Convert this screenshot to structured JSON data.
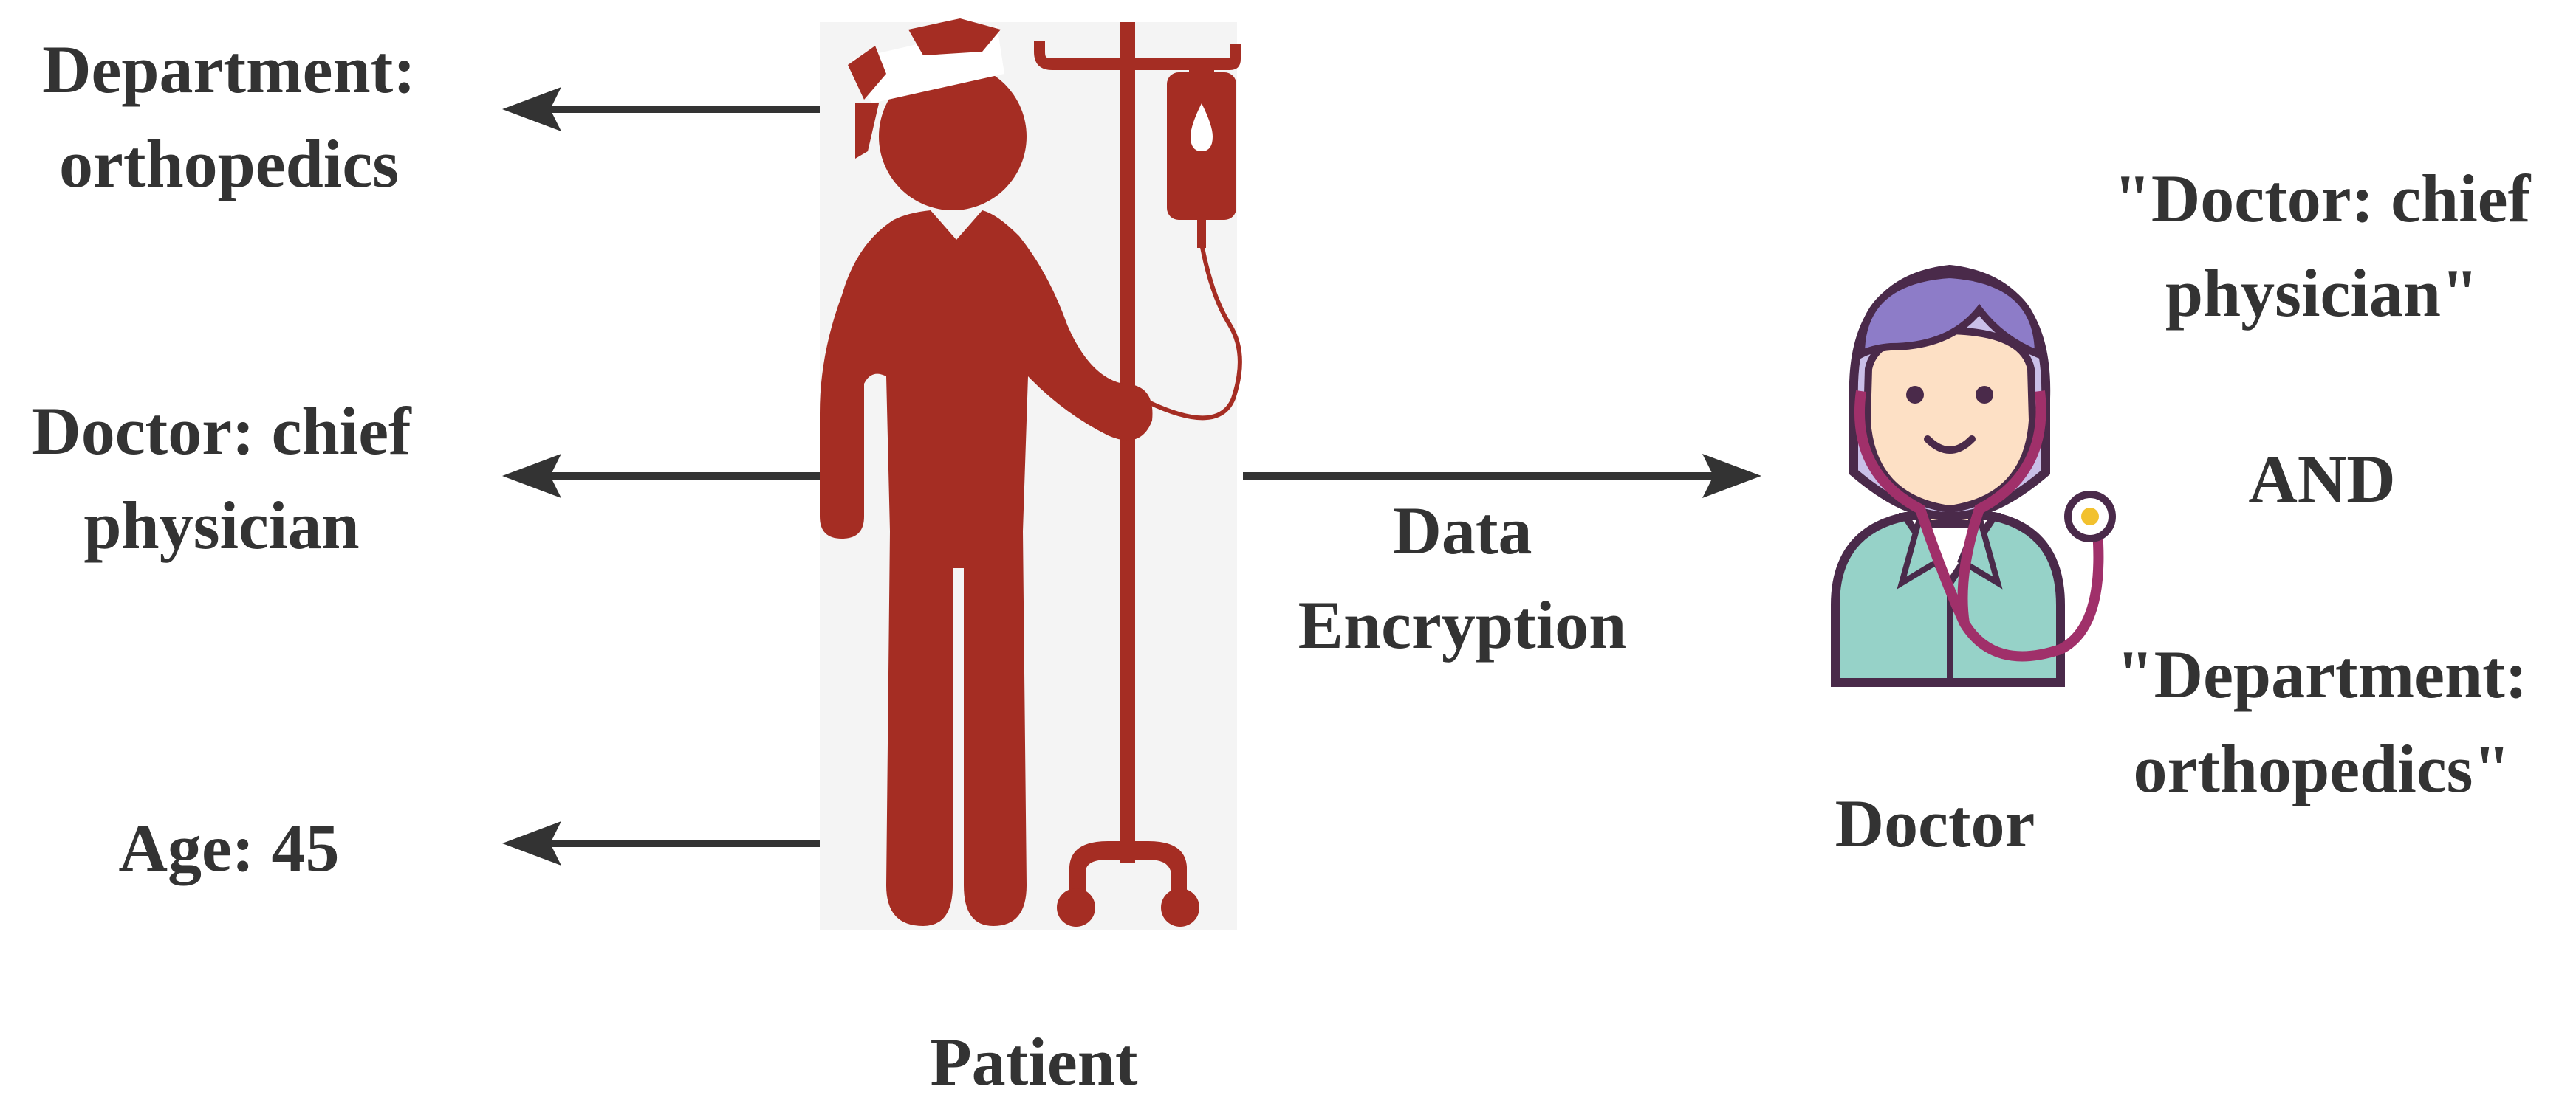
{
  "patient_attributes": [
    {
      "line1": "Department:",
      "line2": "orthopedics"
    },
    {
      "line1": "Doctor: chief",
      "line2": "physician"
    },
    {
      "line1": "Age: 45",
      "line2": ""
    }
  ],
  "patient_label": "Patient",
  "encryption_label": {
    "line1": "Data",
    "line2": "Encryption"
  },
  "doctor_label": "Doctor",
  "policy": {
    "clause1_line1": "\"Doctor: chief",
    "clause1_line2": "physician\"",
    "operator": "AND",
    "clause2_line1": "\"Department:",
    "clause2_line2": "orthopedics\""
  },
  "colors": {
    "patient_red": "#a52d23",
    "arrow": "#333333",
    "doctor_outline": "#4a2a4a",
    "doctor_skin": "#fde0c5",
    "doctor_hair": "#8d7cc8",
    "doctor_coat": "#96d2c8",
    "stethoscope": "#a0306a"
  }
}
